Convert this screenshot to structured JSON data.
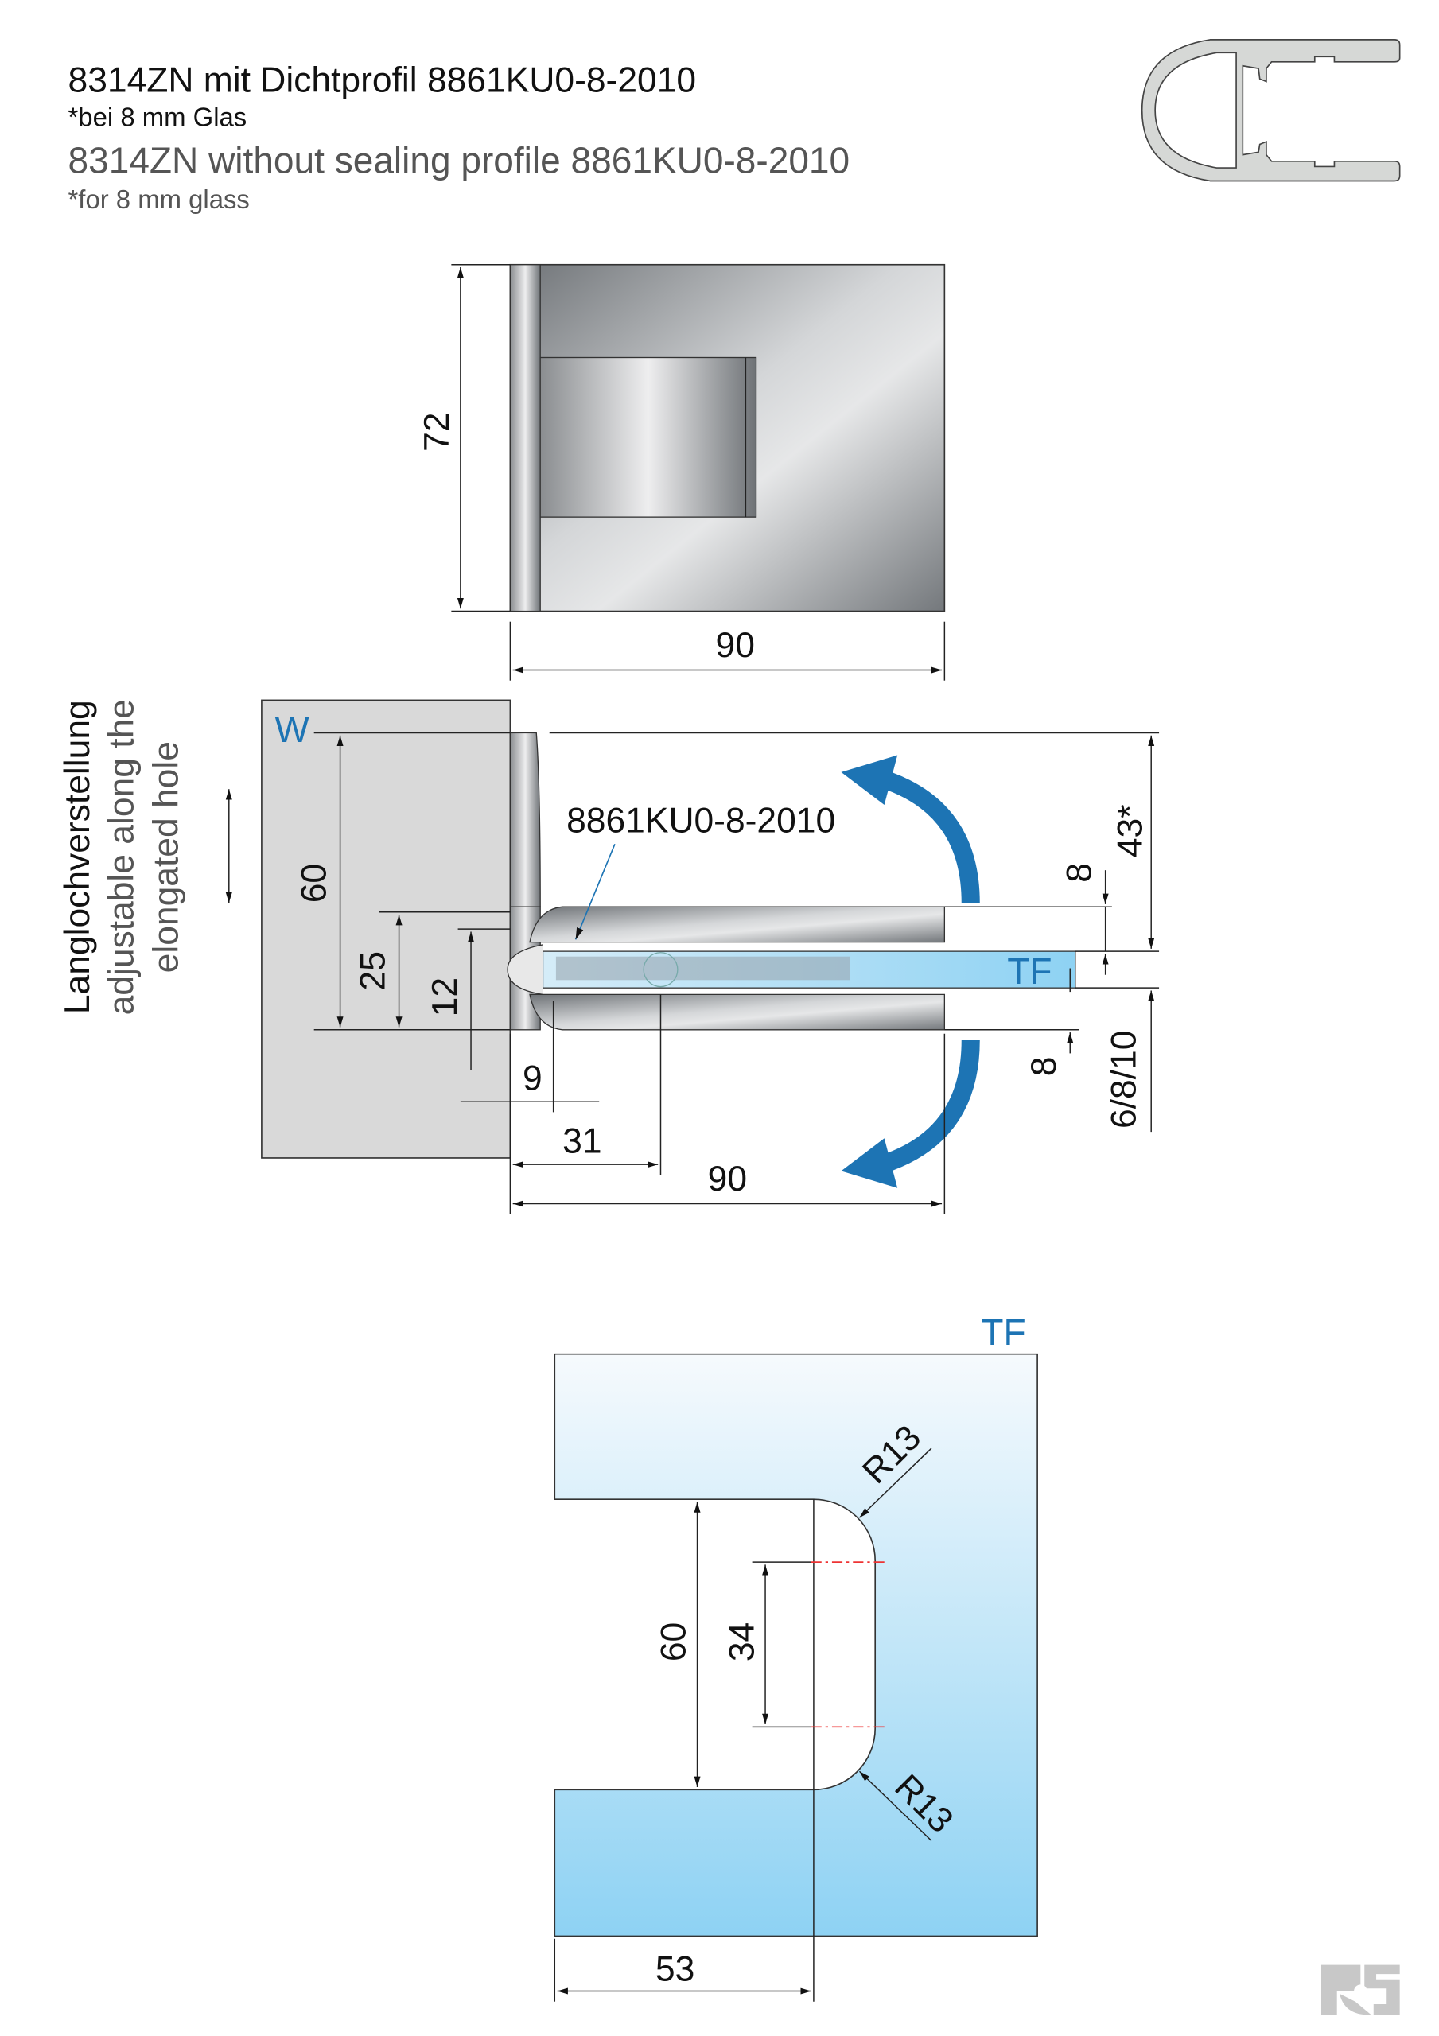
{
  "header": {
    "title_de": "8314ZN mit Dichtprofil 8861KU0-8-2010",
    "note_de": "*bei 8 mm Glas",
    "title_en": "8314ZN without sealing profile 8861KU0-8-2010",
    "note_en": "*for 8 mm glass"
  },
  "top_view": {
    "height_dim": "72",
    "width_dim": "90"
  },
  "side_view": {
    "wall_label": "W",
    "glass_label": "TF",
    "profile_label": "8861KU0-8-2010",
    "adjust_label_de": "Langlochverstellung",
    "adjust_label_en_1": "adjustable along the",
    "adjust_label_en_2": "elongated hole",
    "dims": {
      "d60": "60",
      "d25": "25",
      "d12": "12",
      "d9": "9",
      "d31": "31",
      "d90": "90",
      "d43": "43*",
      "d8_top": "8",
      "d8_bottom": "8",
      "d_glass": "6/8/10"
    }
  },
  "cutout_view": {
    "glass_label": "TF",
    "dims": {
      "d60": "60",
      "d34": "34",
      "d53": "53",
      "r_top": "R13",
      "r_bottom": "R13"
    }
  },
  "logo": {
    "text": "RS"
  },
  "colors": {
    "accent": "#1d74b4",
    "glass_light": "#f4f9fd",
    "glass_dark": "#8fd3f4",
    "wall": "#d9d9d9"
  }
}
